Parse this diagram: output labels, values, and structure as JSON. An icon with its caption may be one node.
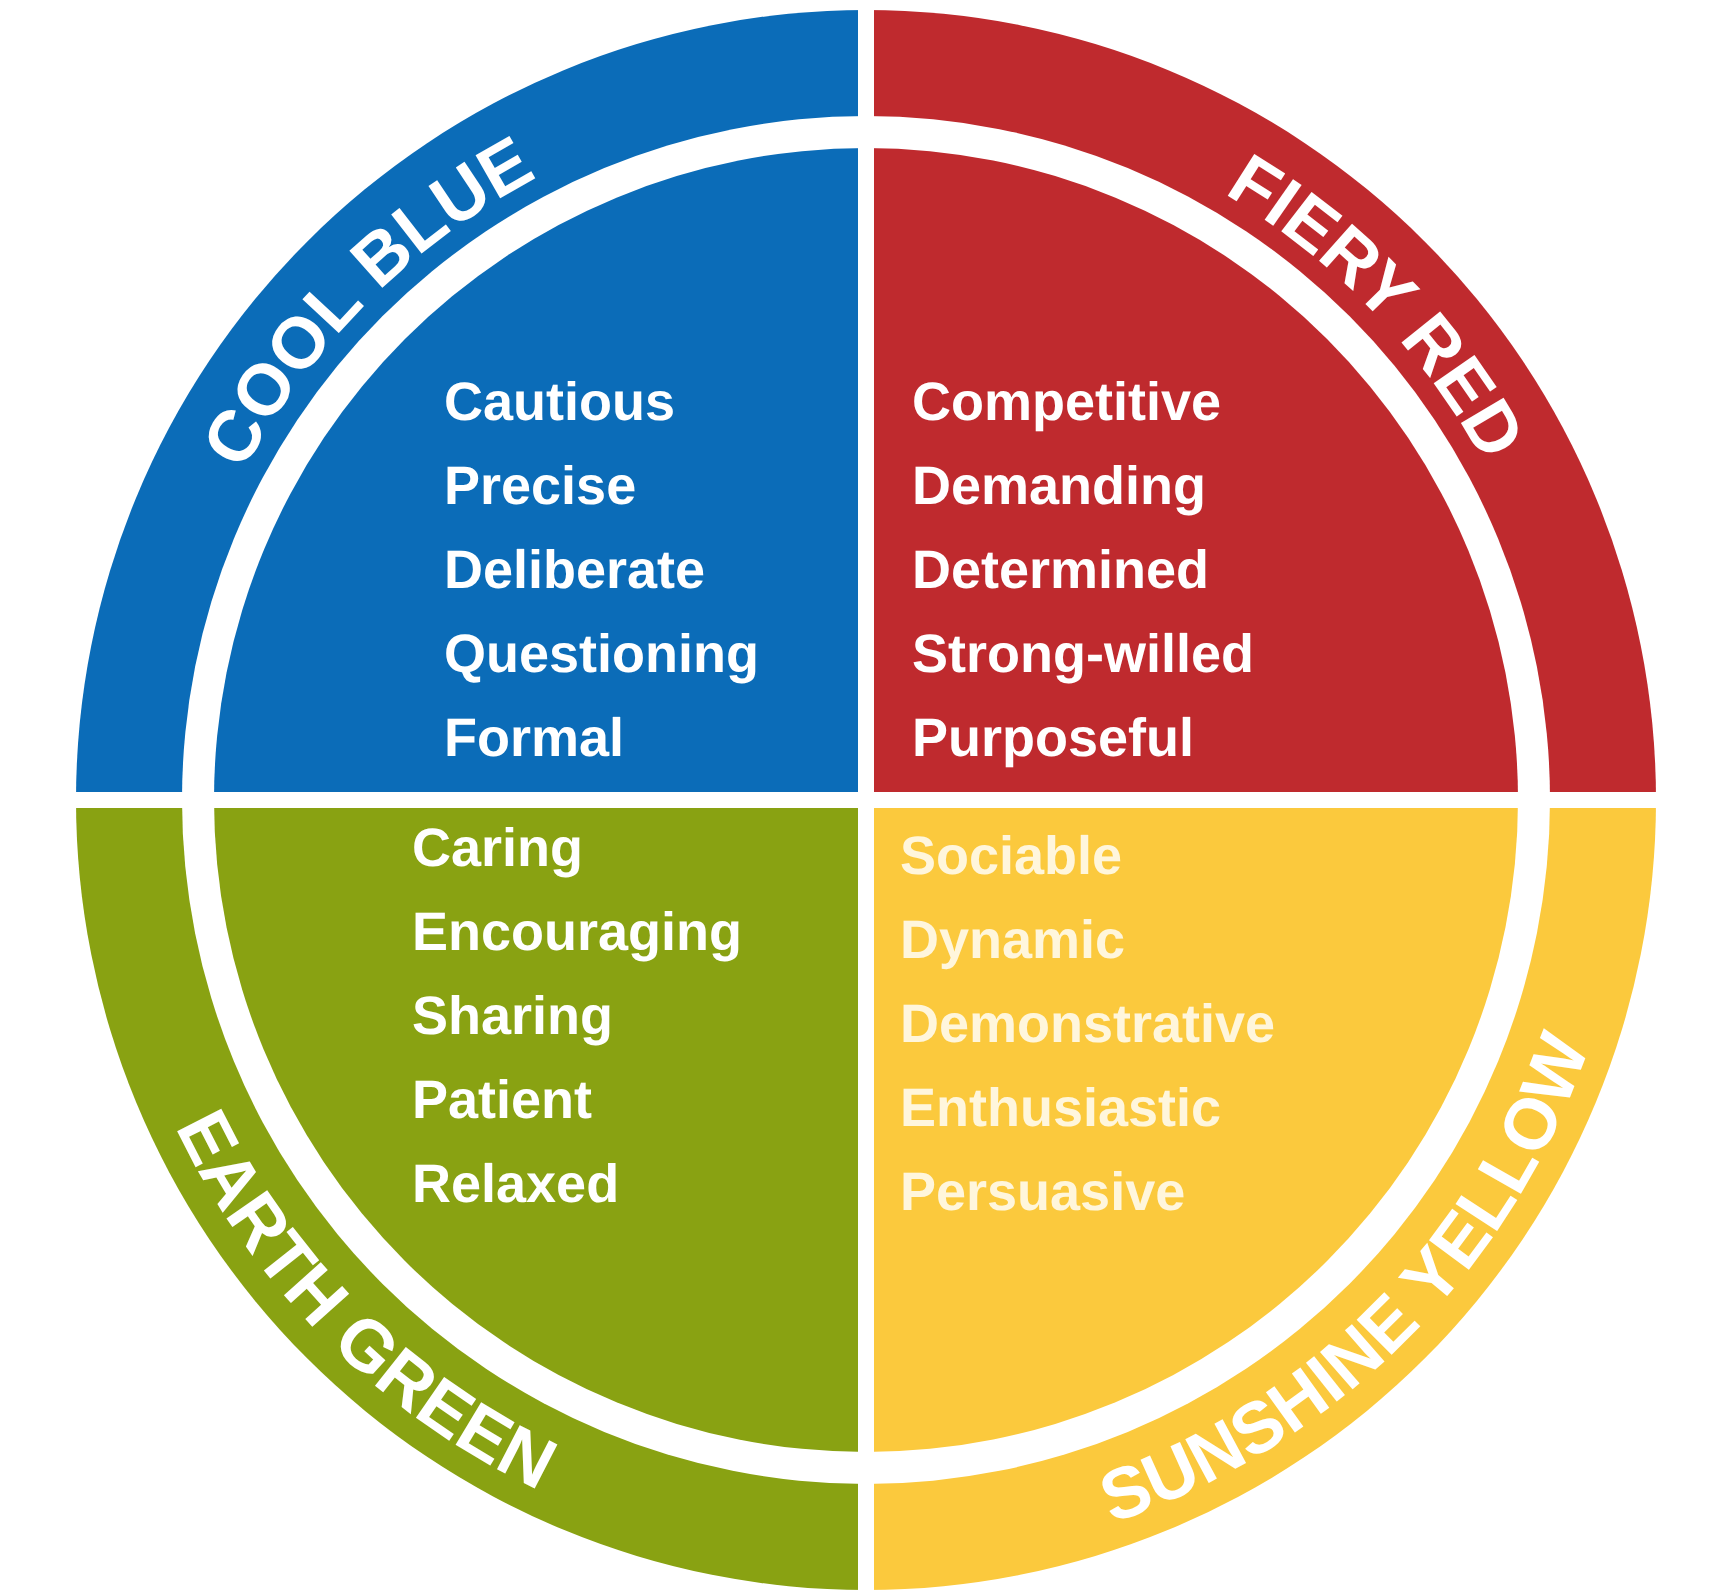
{
  "diagram": {
    "nodes": [
      {
        "text": [
          "COOL BLUE",
          "Cautious",
          "Precise",
          "Deliberate",
          "Questioning",
          "Formal"
        ]
      },
      {
        "text": [
          "FIERY RED",
          "Competitive",
          "Demanding",
          "Determined",
          "Strong-willed",
          "Purposeful"
        ]
      },
      {
        "text": [
          "EARTH GREEN",
          "Caring",
          "Encouraging",
          "Sharing",
          "Patient",
          "Relaxed"
        ]
      },
      {
        "text": [
          "SUNSHINE YELLOW",
          "Sociable",
          "Dynamic",
          "Demonstrative",
          "Enthusiastic",
          "Persuasive"
        ]
      }
    ],
    "edges": []
  }
}
